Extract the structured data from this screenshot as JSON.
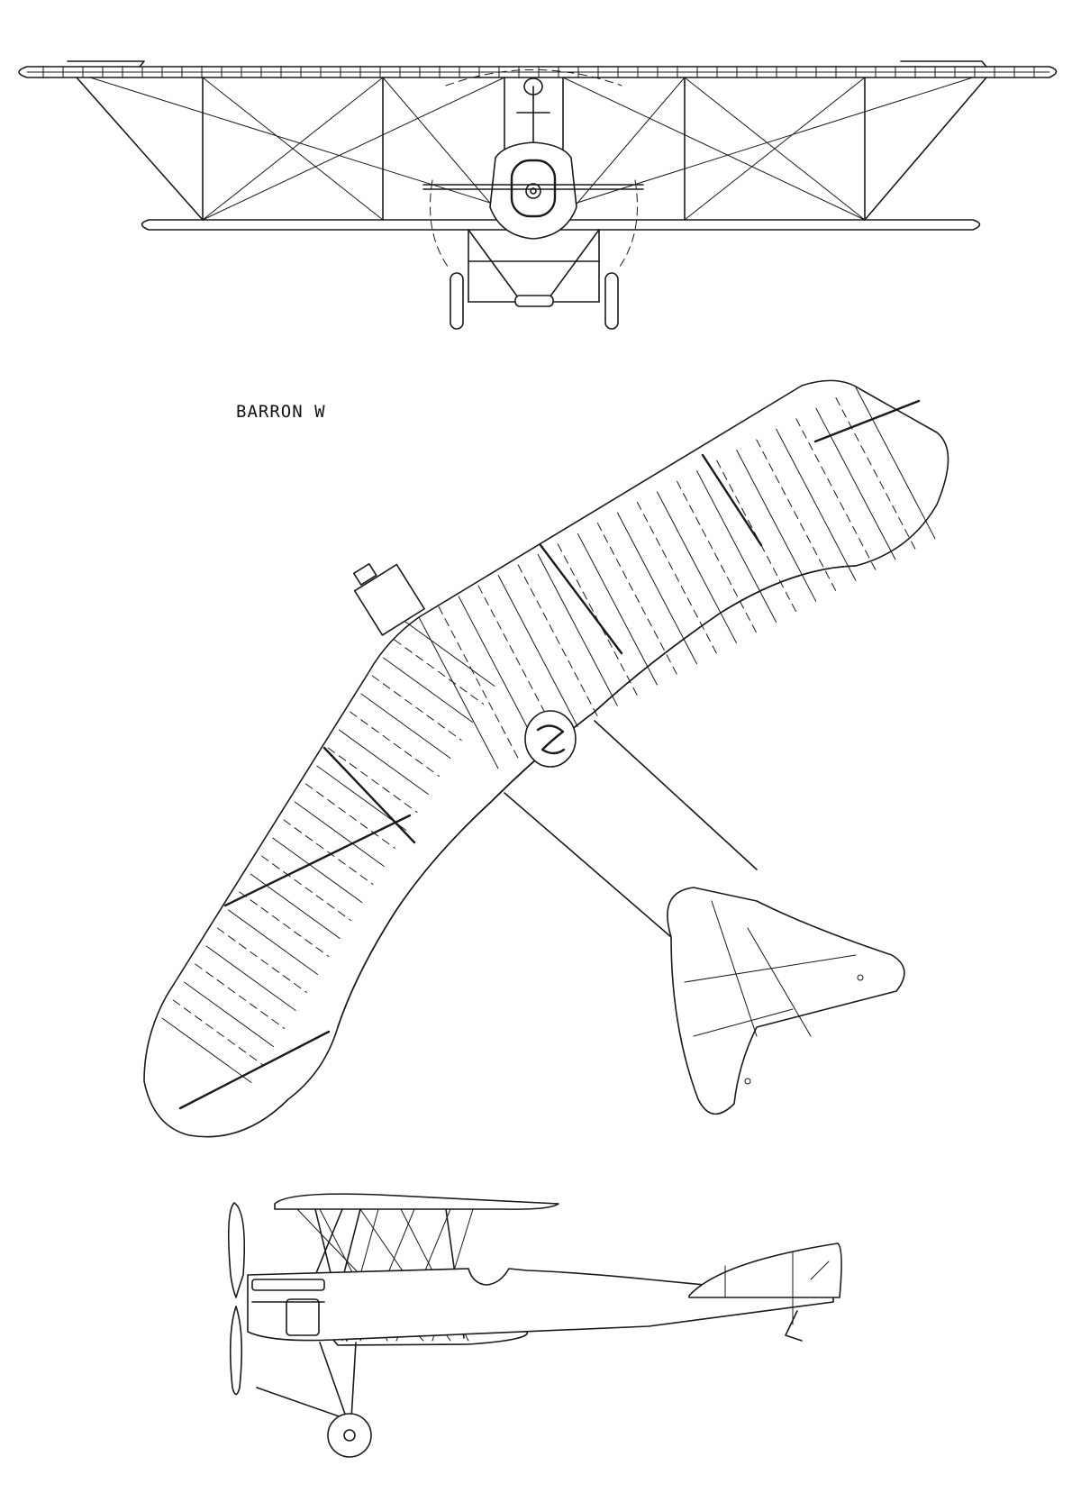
{
  "drawing": {
    "title": "BARRON W",
    "views": [
      {
        "name": "front"
      },
      {
        "name": "plan"
      },
      {
        "name": "side"
      }
    ]
  },
  "colors": {
    "ink": "#1a1a1a",
    "paper": "#ffffff"
  }
}
